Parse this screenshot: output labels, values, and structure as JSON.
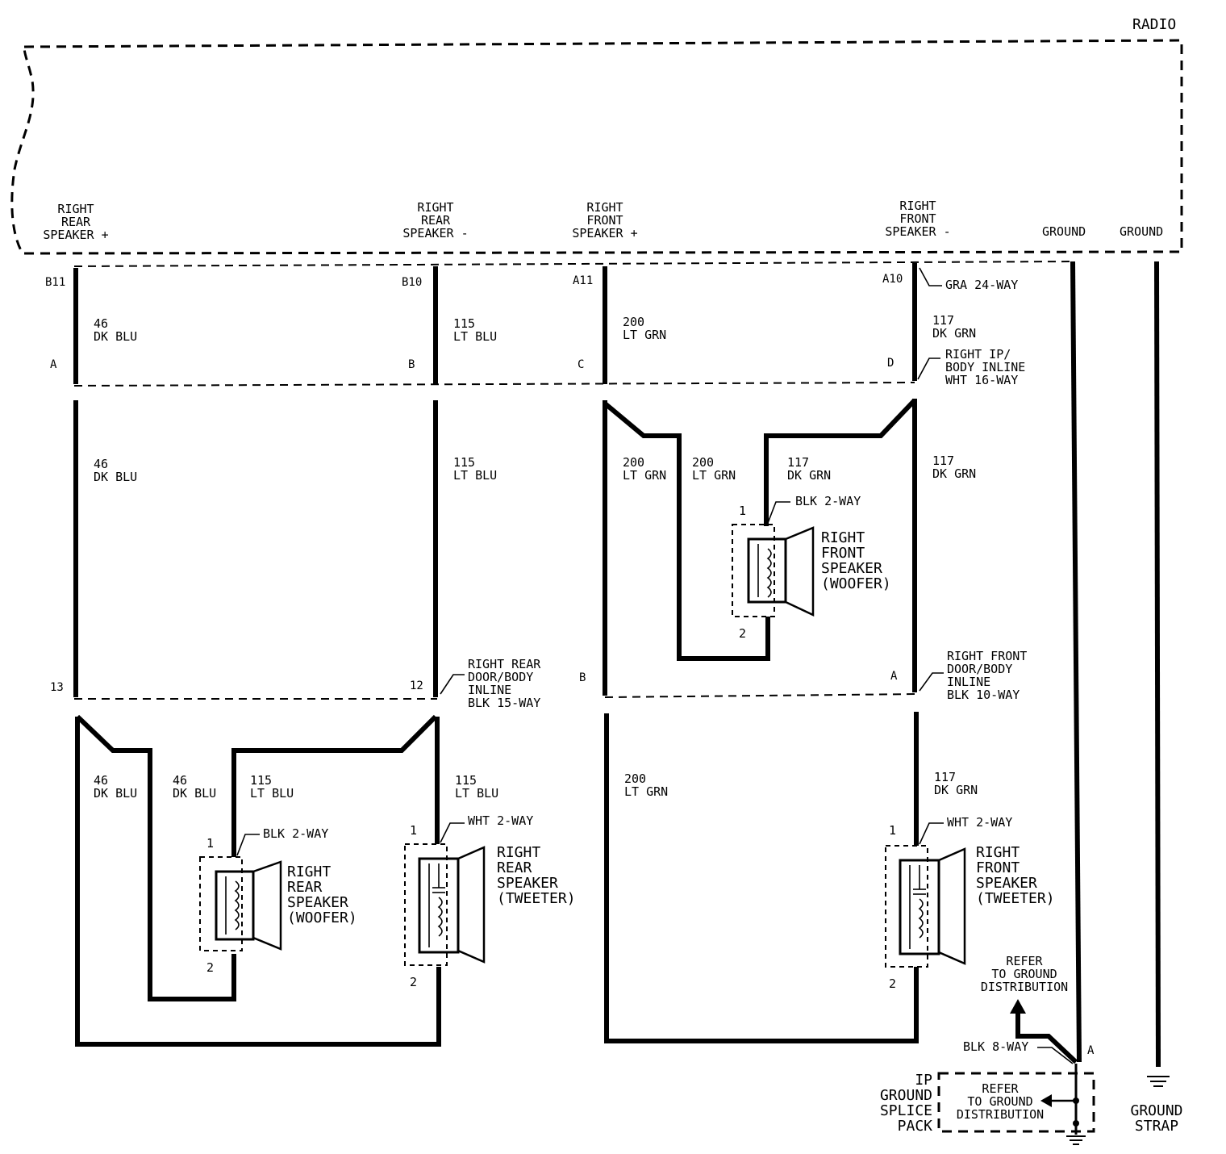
{
  "radio": {
    "title": "RADIO"
  },
  "terminals": {
    "rr_plus": "RIGHT\nREAR\nSPEAKER +",
    "rr_minus": "RIGHT\nREAR\nSPEAKER -",
    "rf_plus": "RIGHT\nFRONT\nSPEAKER +",
    "rf_minus": "RIGHT\nFRONT\nSPEAKER -",
    "ground1": "GROUND",
    "ground2": "GROUND"
  },
  "pins": {
    "b11": "B11",
    "b10": "B10",
    "a11": "A11",
    "a10": "A10",
    "a_inline": "A",
    "b_inline": "B",
    "c_inline": "C",
    "d_inline": "D",
    "p13": "13",
    "p12": "12",
    "b_front": "B",
    "a_front": "A",
    "a_ground": "A"
  },
  "connectors": {
    "gra24": "GRA 24-WAY",
    "ip_body": "RIGHT IP/\nBODY INLINE\nWHT 16-WAY",
    "rr_door": "RIGHT REAR\nDOOR/BODY\nINLINE\nBLK 15-WAY",
    "rf_door": "RIGHT FRONT\nDOOR/BODY\nINLINE\nBLK 10-WAY",
    "blk2_rf": "BLK 2-WAY",
    "blk2_rr": "BLK 2-WAY",
    "wht2_rr": "WHT 2-WAY",
    "wht2_rf": "WHT 2-WAY",
    "blk8": "BLK 8-WAY"
  },
  "wires": {
    "w46_dkblu_top": "46\nDK BLU",
    "w115_ltblu_top": "115\nLT BLU",
    "w200_ltgrn_top": "200\nLT GRN",
    "w117_dkgrn_top": "117\nDK GRN",
    "w46_dkblu_mid": "46\nDK BLU",
    "w115_ltblu_mid": "115\nLT BLU",
    "w200_ltgrn_mid_a": "200\nLT GRN",
    "w200_ltgrn_mid_b": "200\nLT GRN",
    "w117_dkgrn_mid_a": "117\nDK GRN",
    "w117_dkgrn_mid_b": "117\nDK GRN",
    "w46_dkblu_low_a": "46\nDK BLU",
    "w46_dkblu_low_b": "46\nDK BLU",
    "w115_ltblu_low_a": "115\nLT BLU",
    "w115_ltblu_low_b": "115\nLT BLU",
    "w200_ltgrn_low": "200\nLT GRN",
    "w117_dkgrn_low": "117\nDK GRN"
  },
  "speakers": {
    "rf_woofer": "RIGHT\nFRONT\nSPEAKER\n(WOOFER)",
    "rr_woofer": "RIGHT\nREAR\nSPEAKER\n(WOOFER)",
    "rr_tweeter": "RIGHT\nREAR\nSPEAKER\n(TWEETER)",
    "rf_tweeter": "RIGHT\nFRONT\nSPEAKER\n(TWEETER)"
  },
  "speaker_pins": {
    "rfw_1": "1",
    "rfw_2": "2",
    "rrw_1": "1",
    "rrw_2": "2",
    "rrt_1": "1",
    "rrt_2": "2",
    "rft_1": "1",
    "rft_2": "2"
  },
  "ground": {
    "refer1": "REFER\nTO GROUND\nDISTRIBUTION",
    "refer2": "REFER\nTO GROUND\nDISTRIBUTION",
    "splice_pack": "IP\nGROUND\nSPLICE\nPACK",
    "strap": "GROUND\nSTRAP"
  }
}
